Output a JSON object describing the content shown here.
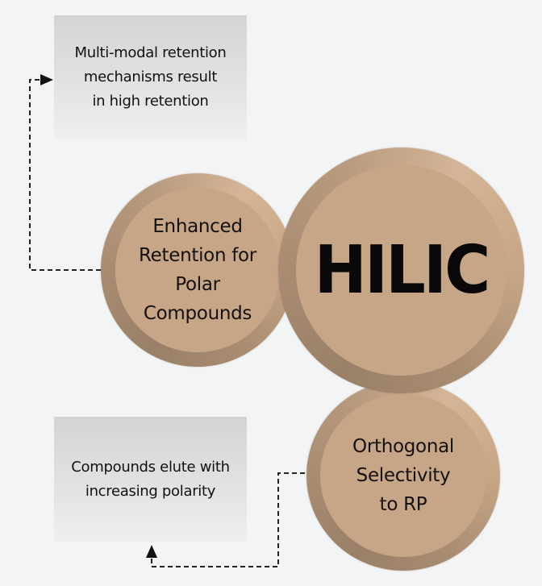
{
  "diagram": {
    "center": {
      "label": "HILIC"
    },
    "benefits": [
      {
        "label": "Enhanced\nRetention for\nPolar\nCompounds"
      },
      {
        "label": "Orthogonal\nSelectivity\nto RP"
      }
    ],
    "outcomes": [
      {
        "label": "Multi-modal retention\nmechanisms result\nin high retention"
      },
      {
        "label": "Compounds elute with\nincreasing polarity"
      }
    ],
    "colors": {
      "background": "#f3f4f6",
      "circle_fill": "#c7a688",
      "circle_rim": "#a88c72",
      "box_fill": "#dcdddf",
      "text": "#111111"
    },
    "icons": {
      "arrow_right": "arrowhead-right",
      "arrow_up": "arrowhead-up"
    }
  }
}
